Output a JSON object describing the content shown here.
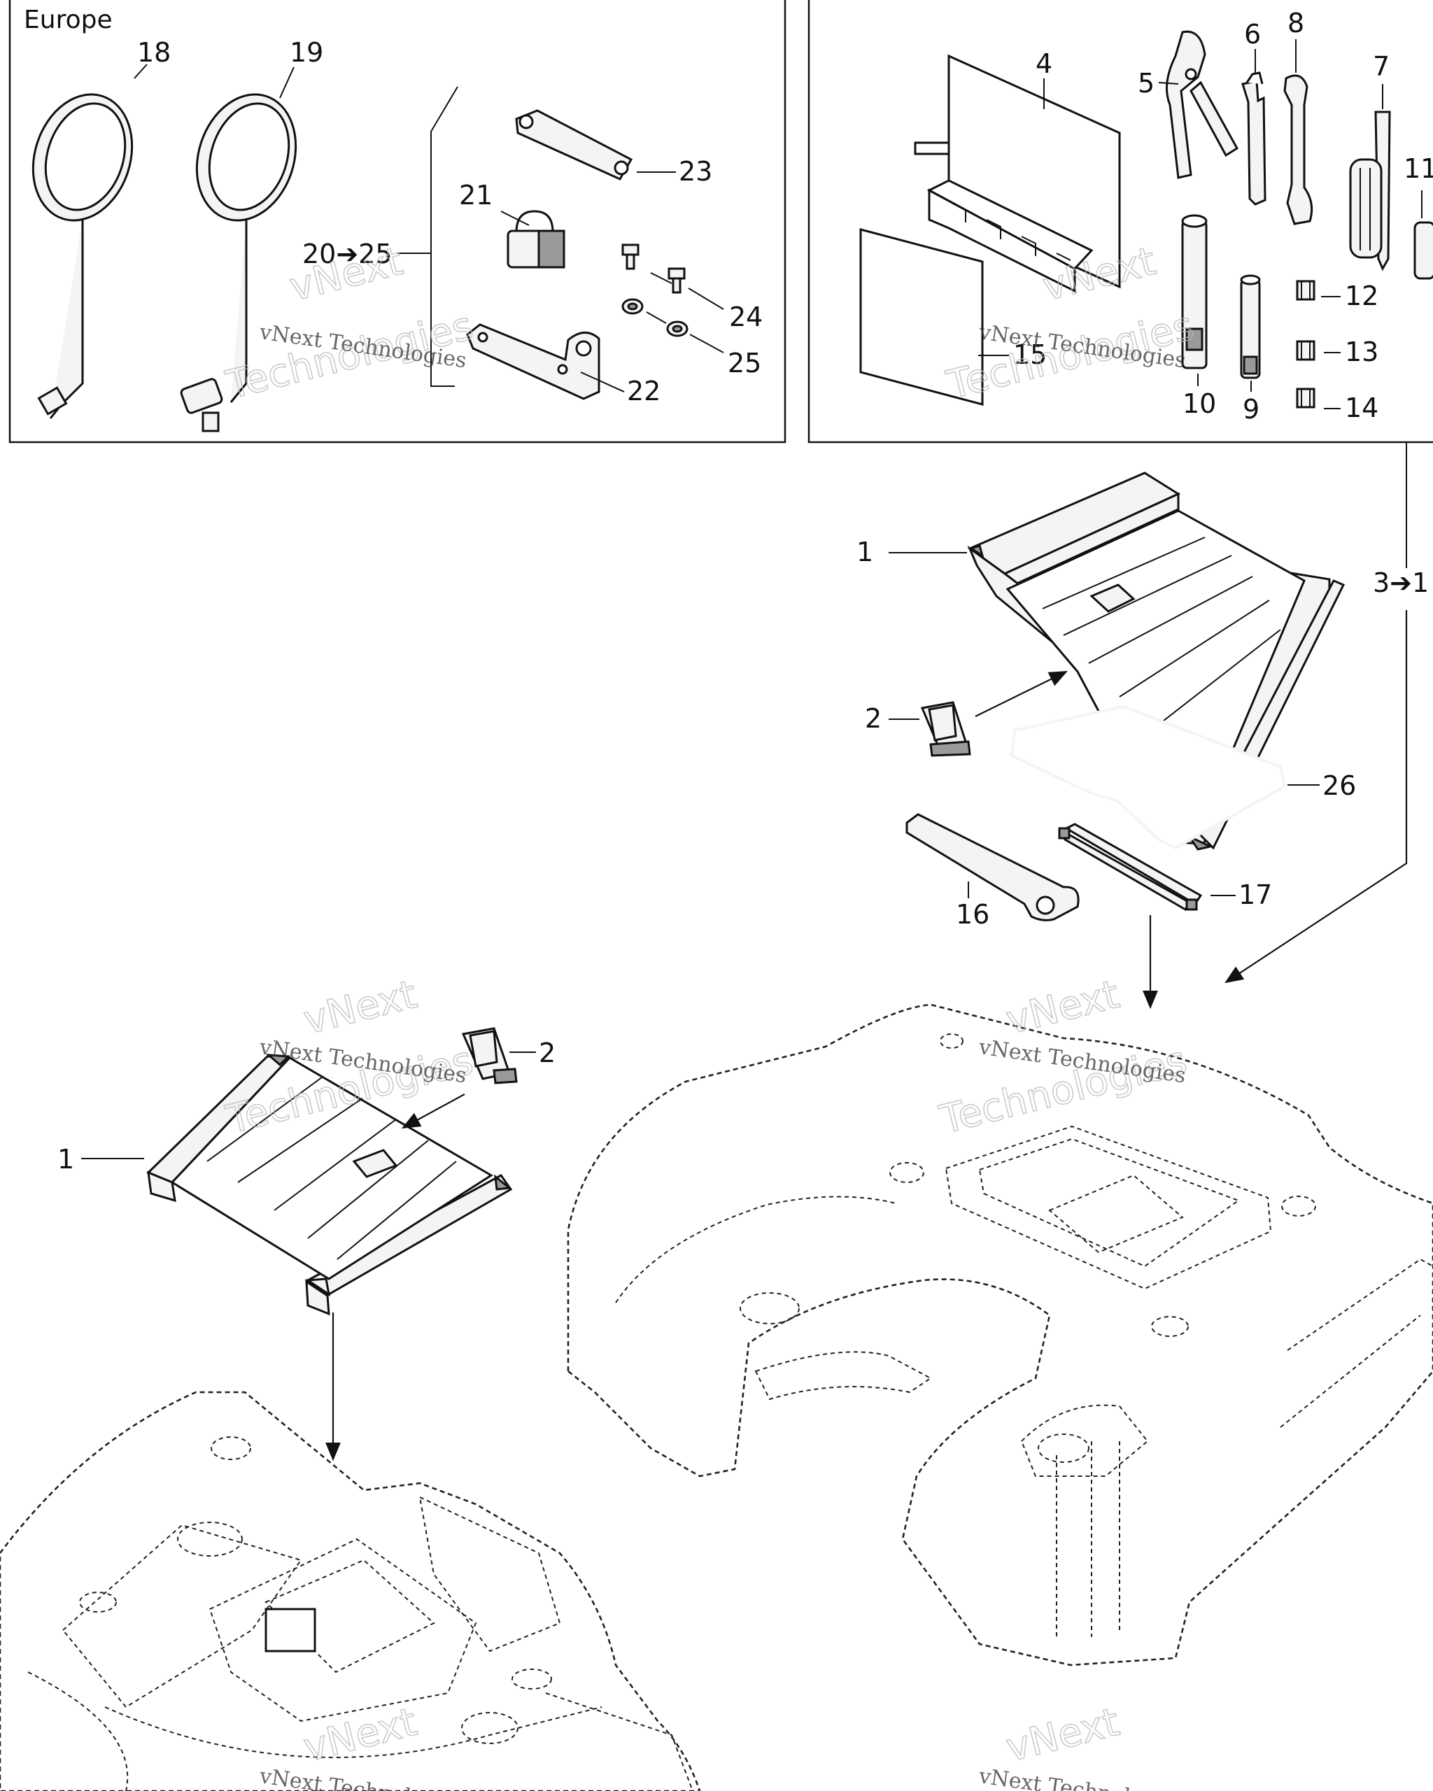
{
  "diagram": {
    "region_title": "Europe",
    "callouts": {
      "c1_top": "1",
      "c1_bottom": "1",
      "c2_top": "2",
      "c2_bottom": "2",
      "c3_to_1": "3➔1",
      "c4": "4",
      "c5": "5",
      "c6": "6",
      "c7": "7",
      "c8": "8",
      "c9": "9",
      "c10": "10",
      "c11": "11",
      "c12": "12",
      "c13": "13",
      "c14": "14",
      "c15": "15",
      "c16": "16",
      "c17": "17",
      "c18": "18",
      "c19": "19",
      "c20_to_25": "20➔25",
      "c21": "21",
      "c22": "22",
      "c23": "23",
      "c24": "24",
      "c25": "25",
      "c26": "26"
    },
    "watermark": {
      "line1": "vNext Technologies",
      "line2a": "vNext",
      "line2b": "Technologies"
    }
  }
}
